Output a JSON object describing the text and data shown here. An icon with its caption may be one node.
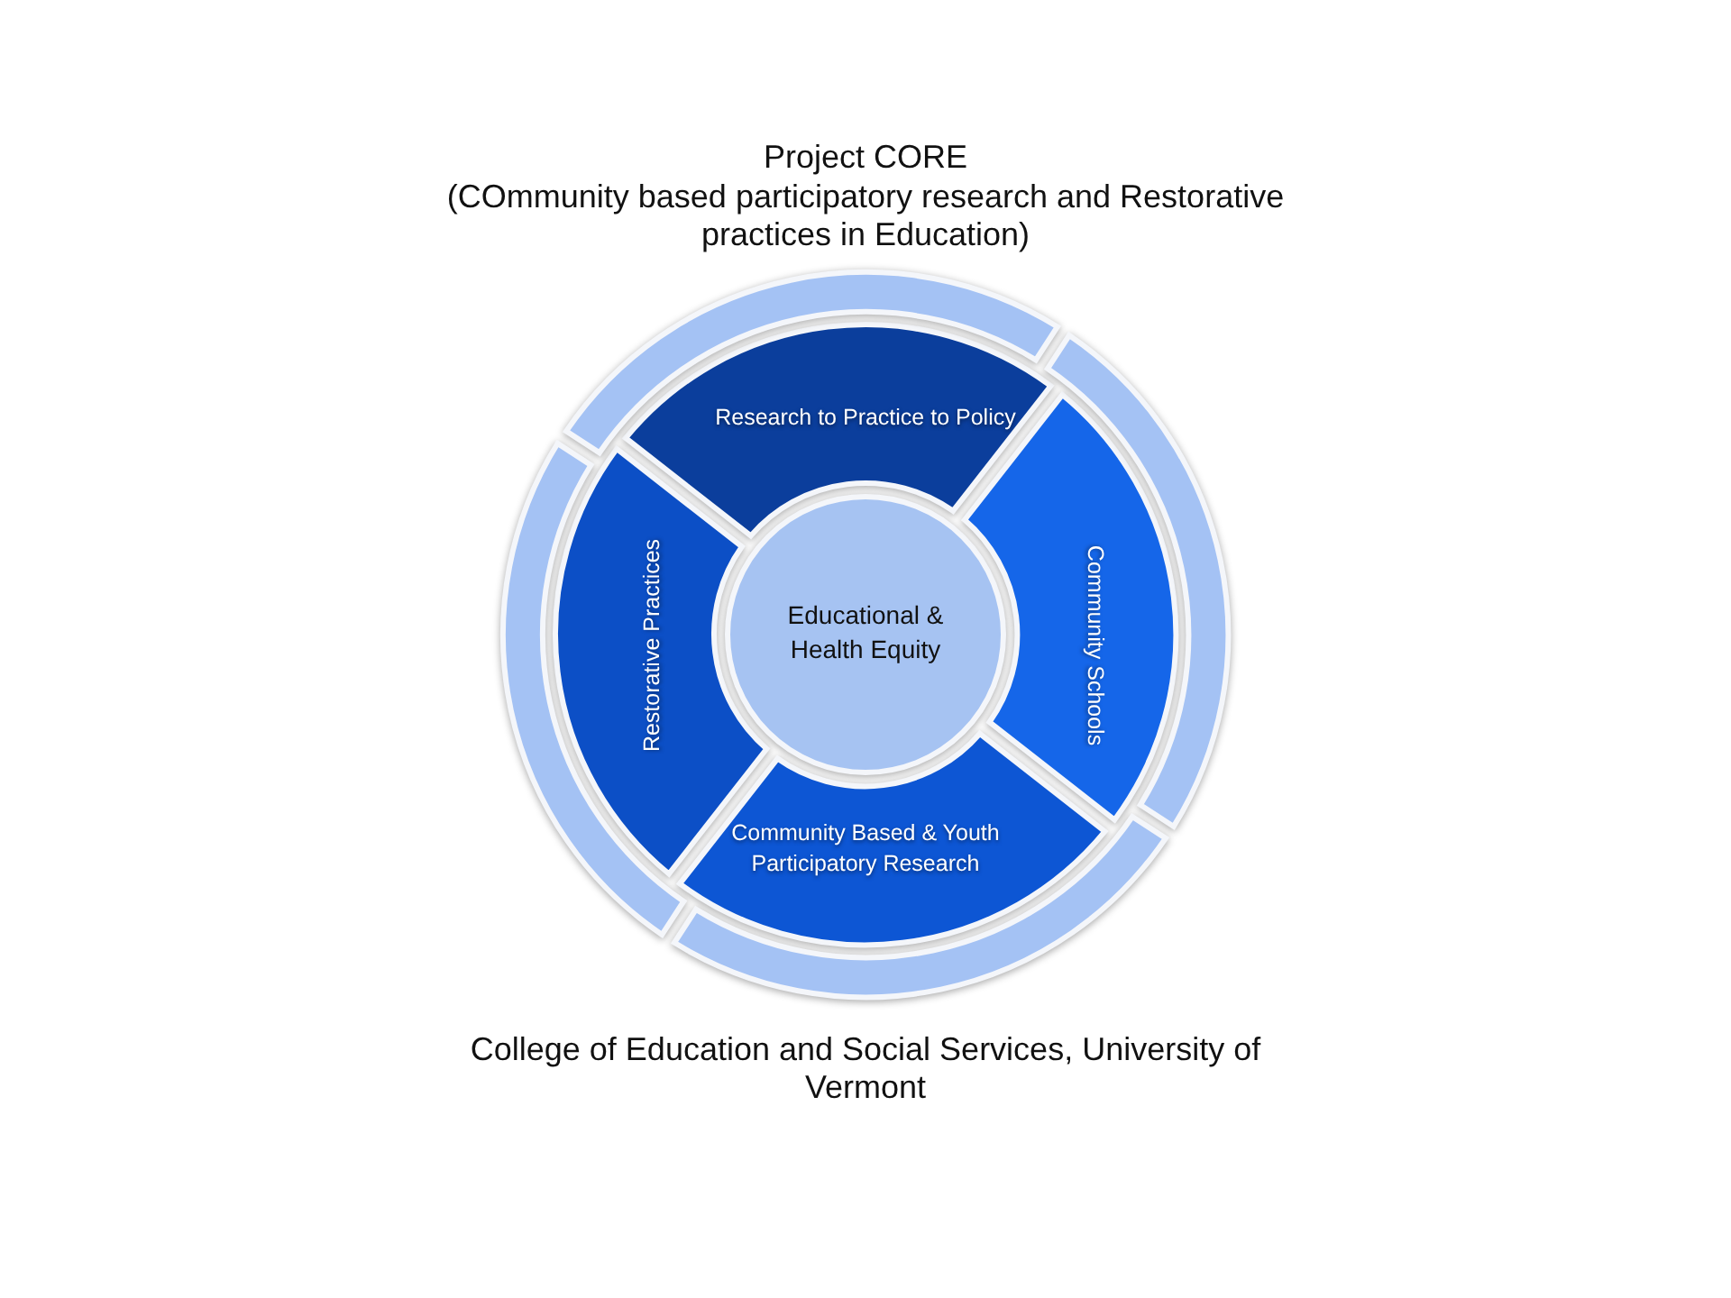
{
  "diagram": {
    "title": "Project CORE",
    "nodes": [
      {
        "text": [
          "Research to Practice to Policy"
        ]
      },
      {
        "text": [
          "Restorative Practices"
        ]
      },
      {
        "text": [
          "Educational & Health Equity"
        ]
      },
      {
        "text": [
          "Community Schools"
        ]
      },
      {
        "text": [
          "Community Based & Youth Participatory Research"
        ]
      },
      {
        "text": [],
        "shape": "arc"
      },
      {
        "text": [],
        "shape": "arc"
      },
      {
        "text": [],
        "shape": "arc"
      },
      {
        "text": [],
        "shape": "arc"
      }
    ],
    "labels": [
      "(COmmunity based participatory research and Restorative practices in Education)"
    ],
    "caption": "College of Education and Social Services, University of Vermont"
  }
}
